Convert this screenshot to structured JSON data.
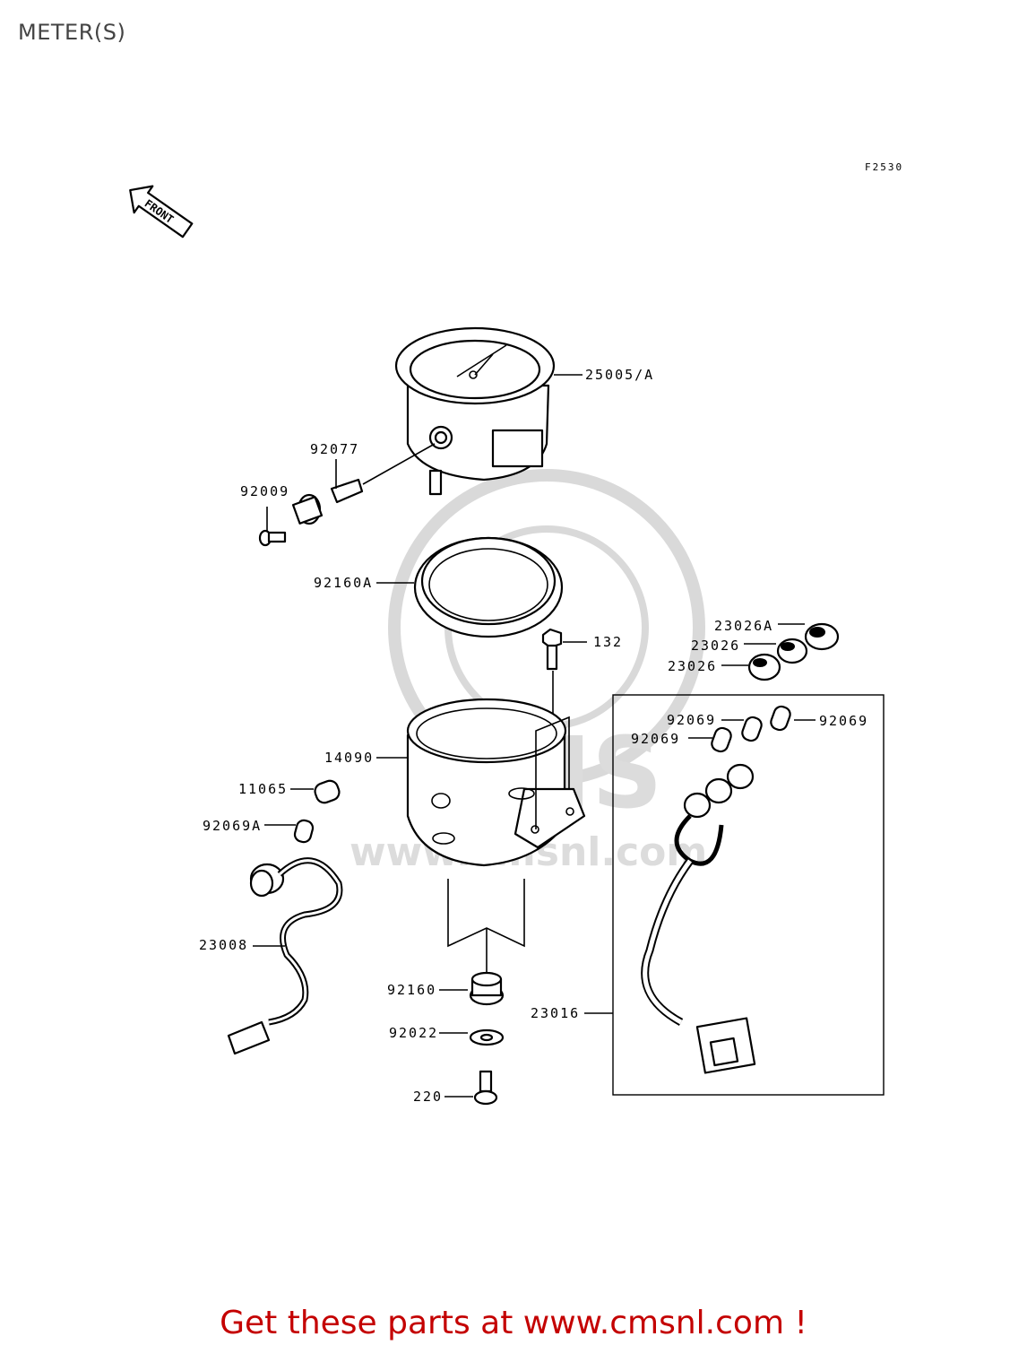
{
  "page": {
    "title": "METER(S)",
    "figure_code": "F2530"
  },
  "front_arrow": {
    "label": "FRONT"
  },
  "watermark": {
    "brand": "CMS",
    "url": "www.cmsnl.com"
  },
  "callouts": [
    {
      "id": "25005A",
      "label": "25005/A"
    },
    {
      "id": "92077",
      "label": "92077"
    },
    {
      "id": "92009",
      "label": "92009"
    },
    {
      "id": "92160A",
      "label": "92160A"
    },
    {
      "id": "132",
      "label": "132"
    },
    {
      "id": "23026A",
      "label": "23026A"
    },
    {
      "id": "23026a",
      "label": "23026"
    },
    {
      "id": "23026b",
      "label": "23026"
    },
    {
      "id": "92069a",
      "label": "92069"
    },
    {
      "id": "92069b",
      "label": "92069"
    },
    {
      "id": "92069c",
      "label": "92069"
    },
    {
      "id": "14090",
      "label": "14090"
    },
    {
      "id": "11065",
      "label": "11065"
    },
    {
      "id": "92069A",
      "label": "92069A"
    },
    {
      "id": "23008",
      "label": "23008"
    },
    {
      "id": "92160",
      "label": "92160"
    },
    {
      "id": "92022",
      "label": "92022"
    },
    {
      "id": "220",
      "label": "220"
    },
    {
      "id": "23016",
      "label": "23016"
    }
  ],
  "footer": {
    "text": "Get these parts at www.cmsnl.com !"
  }
}
